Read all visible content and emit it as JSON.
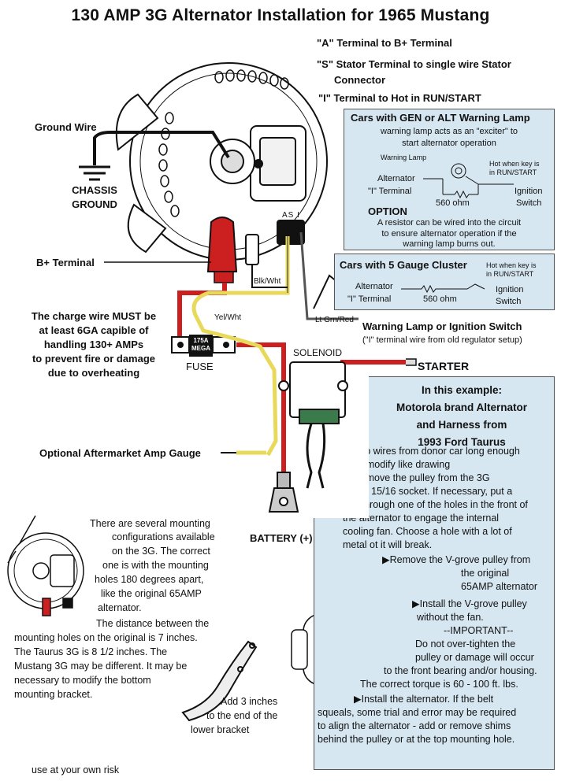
{
  "title": "130 AMP 3G Alternator Installation for 1965 Mustang",
  "terminals": {
    "a": "\"A\" Terminal to B+ Terminal",
    "s1": "\"S\" Stator Terminal to single wire Stator",
    "s2": "Connector",
    "i": "\"I\" Terminal to Hot in RUN/START"
  },
  "ground": {
    "wire": "Ground Wire",
    "chassis": "CHASSIS",
    "ground": "GROUND"
  },
  "b_plus": "B+ Terminal",
  "charge_warning": [
    "The charge wire MUST be",
    "at least 6GA capible of",
    "handling 130+ AMPs",
    "to prevent fire or damage",
    "due to overheating"
  ],
  "fuse": {
    "label": "FUSE",
    "rating": "175A",
    "type": "MEGA"
  },
  "wires": {
    "blk_wht": "Blk/Wht",
    "yel_wht": "Yel/Wht",
    "lt_grn_red": "Lt Grn/Red"
  },
  "asi": "AS I",
  "solenoid": "SOLENOID",
  "starter": "STARTER",
  "battery": "BATTERY (+)",
  "amp_gauge": "Optional Aftermarket Amp Gauge",
  "warning_switch": {
    "title": "Warning Lamp or Ignition Switch",
    "sub": "(\"I\" terminal wire from old regulator setup)"
  },
  "gen_panel": {
    "title": "Cars with GEN or ALT Warning Lamp",
    "sub1": "warning lamp acts as an \"exciter\" to",
    "sub2": "start alternator operation",
    "lamp": "Warning Lamp",
    "hot1": "Hot when key is",
    "hot2": "in RUN/START",
    "alt1": "Alternator",
    "alt2": "\"I\" Terminal",
    "ohm": "560 ohm",
    "ign1": "Ignition",
    "ign2": "Switch",
    "option": "OPTION",
    "opt1": "A resistor can be wired into the circuit",
    "opt2": "to ensure alternator operation if the",
    "opt3": "warning lamp burns out."
  },
  "gauge_panel": {
    "title": "Cars with 5 Gauge Cluster",
    "hot1": "Hot when key is",
    "hot2": "in RUN/START",
    "alt1": "Alternator",
    "alt2": "\"I\" Terminal",
    "ohm": "560 ohm",
    "ign1": "Ignition",
    "ign2": "Switch"
  },
  "example_panel": {
    "h1": "In this example:",
    "h2": "Motorola brand Alternator",
    "h3": "and Harness from",
    "h4": "1993 Ford Taurus",
    "l1": "▶Clip wires from donor car long enough",
    "l2": "to modify like drawing",
    "l3": "▶Remove the pulley from the 3G",
    "l4": "Use a 15/16 socket. If necessary, put a",
    "l5": "bolt through one of the holes in the front of",
    "l6": "the alternator to engage the internal",
    "l7": "cooling fan. Choose a hole with a lot of",
    "l8": "metal ot it will break.",
    "l9": "▶Remove the V-grove pulley from",
    "l10": "the original",
    "l11": "65AMP alternator",
    "l12": "▶Install the V-grove pulley",
    "l13": "without the fan.",
    "l14": "--IMPORTANT--",
    "l15": "Do not over-tighten the",
    "l16": "pulley or damage will occur",
    "l17": "to the front bearing and/or housing.",
    "l18": "The correct torque is 60 - 100 ft. lbs.",
    "l19": "▶Install the alternator. If the belt",
    "l20": "squeals, some trial and error may be required",
    "l21": "to align the alternator - add or remove shims",
    "l22": "behind the pulley or at the top mounting hole."
  },
  "mounting": {
    "m1": "There are several mounting",
    "m2": "configurations available",
    "m3": "on the 3G. The correct",
    "m4": "one is with the mounting",
    "m5": "holes 180 degrees apart,",
    "m6": "like the original 65AMP",
    "m7": "alternator.",
    "m8": "The distance between the",
    "m9": "mounting holes on the original is 7 inches.",
    "m10": "The Taurus 3G is 8 1/2 inches. The",
    "m11": "Mustang 3G may be different. It may be",
    "m12": "necessary to modify the bottom",
    "m13": "mounting bracket."
  },
  "bracket": {
    "b1": "Add 3 inches",
    "b2": "to the end of the",
    "b3": "lower bracket"
  },
  "disclaimer": "use at your own risk",
  "colors": {
    "panel": "#d6e7f1",
    "red_wire": "#cc1f1f",
    "yellow_wire": "#e8d95a",
    "black": "#111111"
  }
}
